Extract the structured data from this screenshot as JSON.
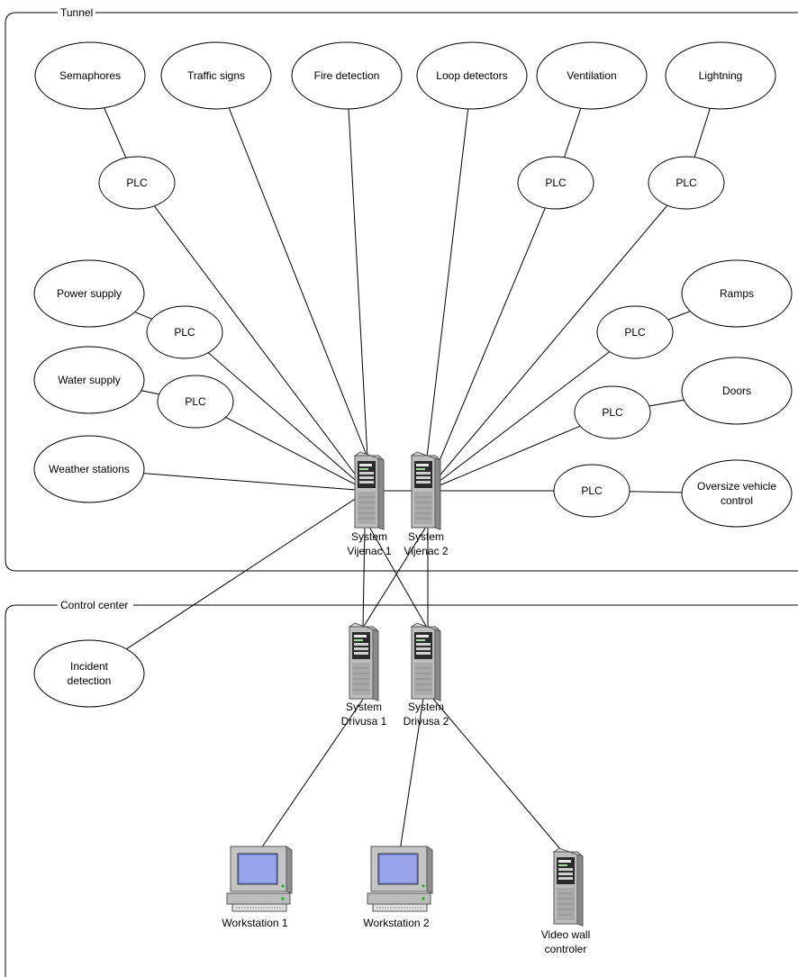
{
  "regions": {
    "tunnel": {
      "label": "Tunnel"
    },
    "control": {
      "label": "Control center"
    }
  },
  "nodes": {
    "semaphores": {
      "lines": [
        "Semaphores"
      ]
    },
    "traffic_signs": {
      "lines": [
        "Traffic signs"
      ]
    },
    "fire_detection": {
      "lines": [
        "Fire detection"
      ]
    },
    "loop_detectors": {
      "lines": [
        "Loop detectors"
      ]
    },
    "ventilation": {
      "lines": [
        "Ventilation"
      ]
    },
    "lightning": {
      "lines": [
        "Lightning"
      ]
    },
    "plc_semaphores": {
      "lines": [
        "PLC"
      ]
    },
    "plc_ventilation": {
      "lines": [
        "PLC"
      ]
    },
    "plc_lightning": {
      "lines": [
        "PLC"
      ]
    },
    "power_supply": {
      "lines": [
        "Power supply"
      ]
    },
    "plc_power": {
      "lines": [
        "PLC"
      ]
    },
    "water_supply": {
      "lines": [
        "Water supply"
      ]
    },
    "plc_water": {
      "lines": [
        "PLC"
      ]
    },
    "weather_stations": {
      "lines": [
        "Weather stations"
      ]
    },
    "ramps": {
      "lines": [
        "Ramps"
      ]
    },
    "plc_ramps": {
      "lines": [
        "PLC"
      ]
    },
    "doors": {
      "lines": [
        "Doors"
      ]
    },
    "plc_doors": {
      "lines": [
        "PLC"
      ]
    },
    "plc_oversize": {
      "lines": [
        "PLC"
      ]
    },
    "oversize": {
      "lines": [
        "Oversize vehicle",
        "control"
      ]
    },
    "incident": {
      "lines": [
        "Incident",
        "detection"
      ]
    },
    "vijenac1": {
      "lines": [
        "System",
        "Vijenac 1"
      ]
    },
    "vijenac2": {
      "lines": [
        "System",
        "Vijenac 2"
      ]
    },
    "drivusa1": {
      "lines": [
        "System",
        "Drivusa 1"
      ]
    },
    "drivusa2": {
      "lines": [
        "System",
        "Drivusa 2"
      ]
    },
    "workstation1": {
      "lines": [
        "Workstation 1"
      ]
    },
    "workstation2": {
      "lines": [
        "Workstation 2"
      ]
    },
    "videowall": {
      "lines": [
        "Video wall",
        "controler"
      ]
    }
  },
  "edges": [
    [
      "semaphores",
      "plc_semaphores"
    ],
    [
      "plc_semaphores",
      "vijenac1"
    ],
    [
      "traffic_signs",
      "vijenac1"
    ],
    [
      "fire_detection",
      "vijenac1"
    ],
    [
      "loop_detectors",
      "vijenac2"
    ],
    [
      "ventilation",
      "plc_ventilation"
    ],
    [
      "plc_ventilation",
      "vijenac2"
    ],
    [
      "lightning",
      "plc_lightning"
    ],
    [
      "plc_lightning",
      "vijenac2"
    ],
    [
      "power_supply",
      "plc_power"
    ],
    [
      "plc_power",
      "vijenac1"
    ],
    [
      "water_supply",
      "plc_water"
    ],
    [
      "plc_water",
      "vijenac1"
    ],
    [
      "weather_stations",
      "vijenac1"
    ],
    [
      "ramps",
      "plc_ramps"
    ],
    [
      "plc_ramps",
      "vijenac2"
    ],
    [
      "doors",
      "plc_doors"
    ],
    [
      "plc_doors",
      "vijenac2"
    ],
    [
      "vijenac1",
      "vijenac2"
    ],
    [
      "vijenac2",
      "plc_oversize"
    ],
    [
      "plc_oversize",
      "oversize"
    ],
    [
      "incident",
      "vijenac1"
    ],
    [
      "vijenac1",
      "drivusa1"
    ],
    [
      "vijenac1",
      "drivusa2"
    ],
    [
      "vijenac2",
      "drivusa1"
    ],
    [
      "vijenac2",
      "drivusa2"
    ],
    [
      "drivusa1",
      "workstation1"
    ],
    [
      "drivusa2",
      "workstation2"
    ],
    [
      "drivusa2",
      "videowall"
    ]
  ]
}
